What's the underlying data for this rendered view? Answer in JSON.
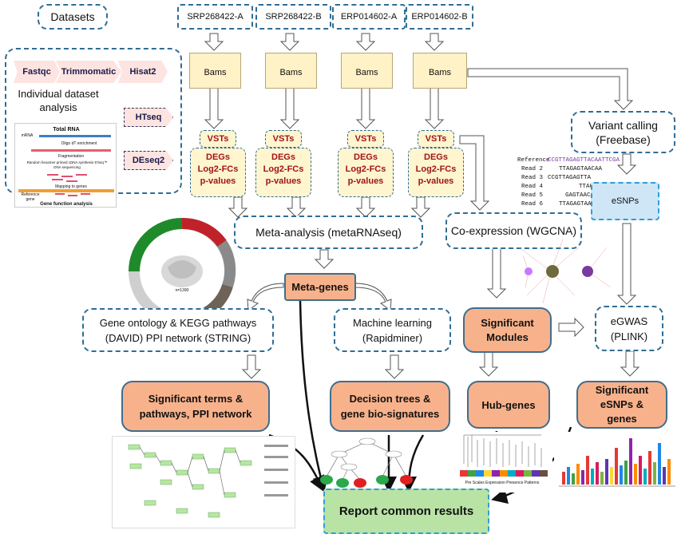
{
  "title": "Datasets",
  "datasets": [
    "SRP268422-A",
    "SRP268422-B",
    "ERP014602-A",
    "ERP014602-B"
  ],
  "bams_label": "Bams",
  "individual": {
    "steps": [
      "Fastqc",
      "Trimmomatic",
      "Hisat2",
      "HTseq",
      "DEseq2"
    ],
    "label": "Individual dataset analysis",
    "thumb": {
      "title": "Total RNA",
      "mrna": "mRNA",
      "oligo": "Oligo dT enrichment",
      "frag": "Fragmentation",
      "synth": "Random hexamer primed cDNA synthesis 5'Seq™ DNA sequencing",
      "mapping": "Mapping to genes",
      "ref": "Reference gene",
      "footer": "Gene function analysis"
    }
  },
  "stack": {
    "vsts": "VSTs",
    "degs": "DEGs",
    "lfc": "Log2-FCs",
    "pval": "p-values"
  },
  "meta_analysis": "Meta-analysis (metaRNAseq)",
  "coexpression": "Co-expression (WGCNA)",
  "variant_calling": "Variant calling (Freebase)",
  "esnps": "eSNPs",
  "meta_genes": "Meta-genes",
  "go_kegg": "Gene ontology & KEGG pathways (DAVID) PPI network (STRING)",
  "ml": "Machine learning (Rapidminer)",
  "sig_modules": "Significant Modules",
  "egwas": "eGWAS (PLINK)",
  "sig_terms": "Significant terms & pathways, PPI network",
  "dtrees": "Decision trees & gene bio-signatures",
  "hub_genes": "Hub-genes",
  "sig_esnps": "Significant eSNPs & genes",
  "report": "Report common results",
  "reads": [
    {
      "label": "Reference",
      "seq": "CCGTTAGAGTTACAATTCGA"
    },
    {
      "label": "Read 2",
      "seq": "TTAGAGTAACAA"
    },
    {
      "label": "Read 3",
      "seq": "CCGTTAGAGTTA"
    },
    {
      "label": "Read 4",
      "seq": "TTACAATTCGA"
    },
    {
      "label": "Read 5",
      "seq": "GAGTAACAA"
    },
    {
      "label": "Read 6",
      "seq": "TTAGAGTAACAAT"
    }
  ],
  "circle": {
    "center": "n=1390"
  },
  "hub_caption": "Pre Scales Expression Presence Patterns",
  "colors": {
    "orange": "#f8b28b",
    "cream": "#fff5cf",
    "border": "#2f6d95",
    "green": "#b9e3a5",
    "red": "#a0141a",
    "purple": "#7a3aa0"
  }
}
